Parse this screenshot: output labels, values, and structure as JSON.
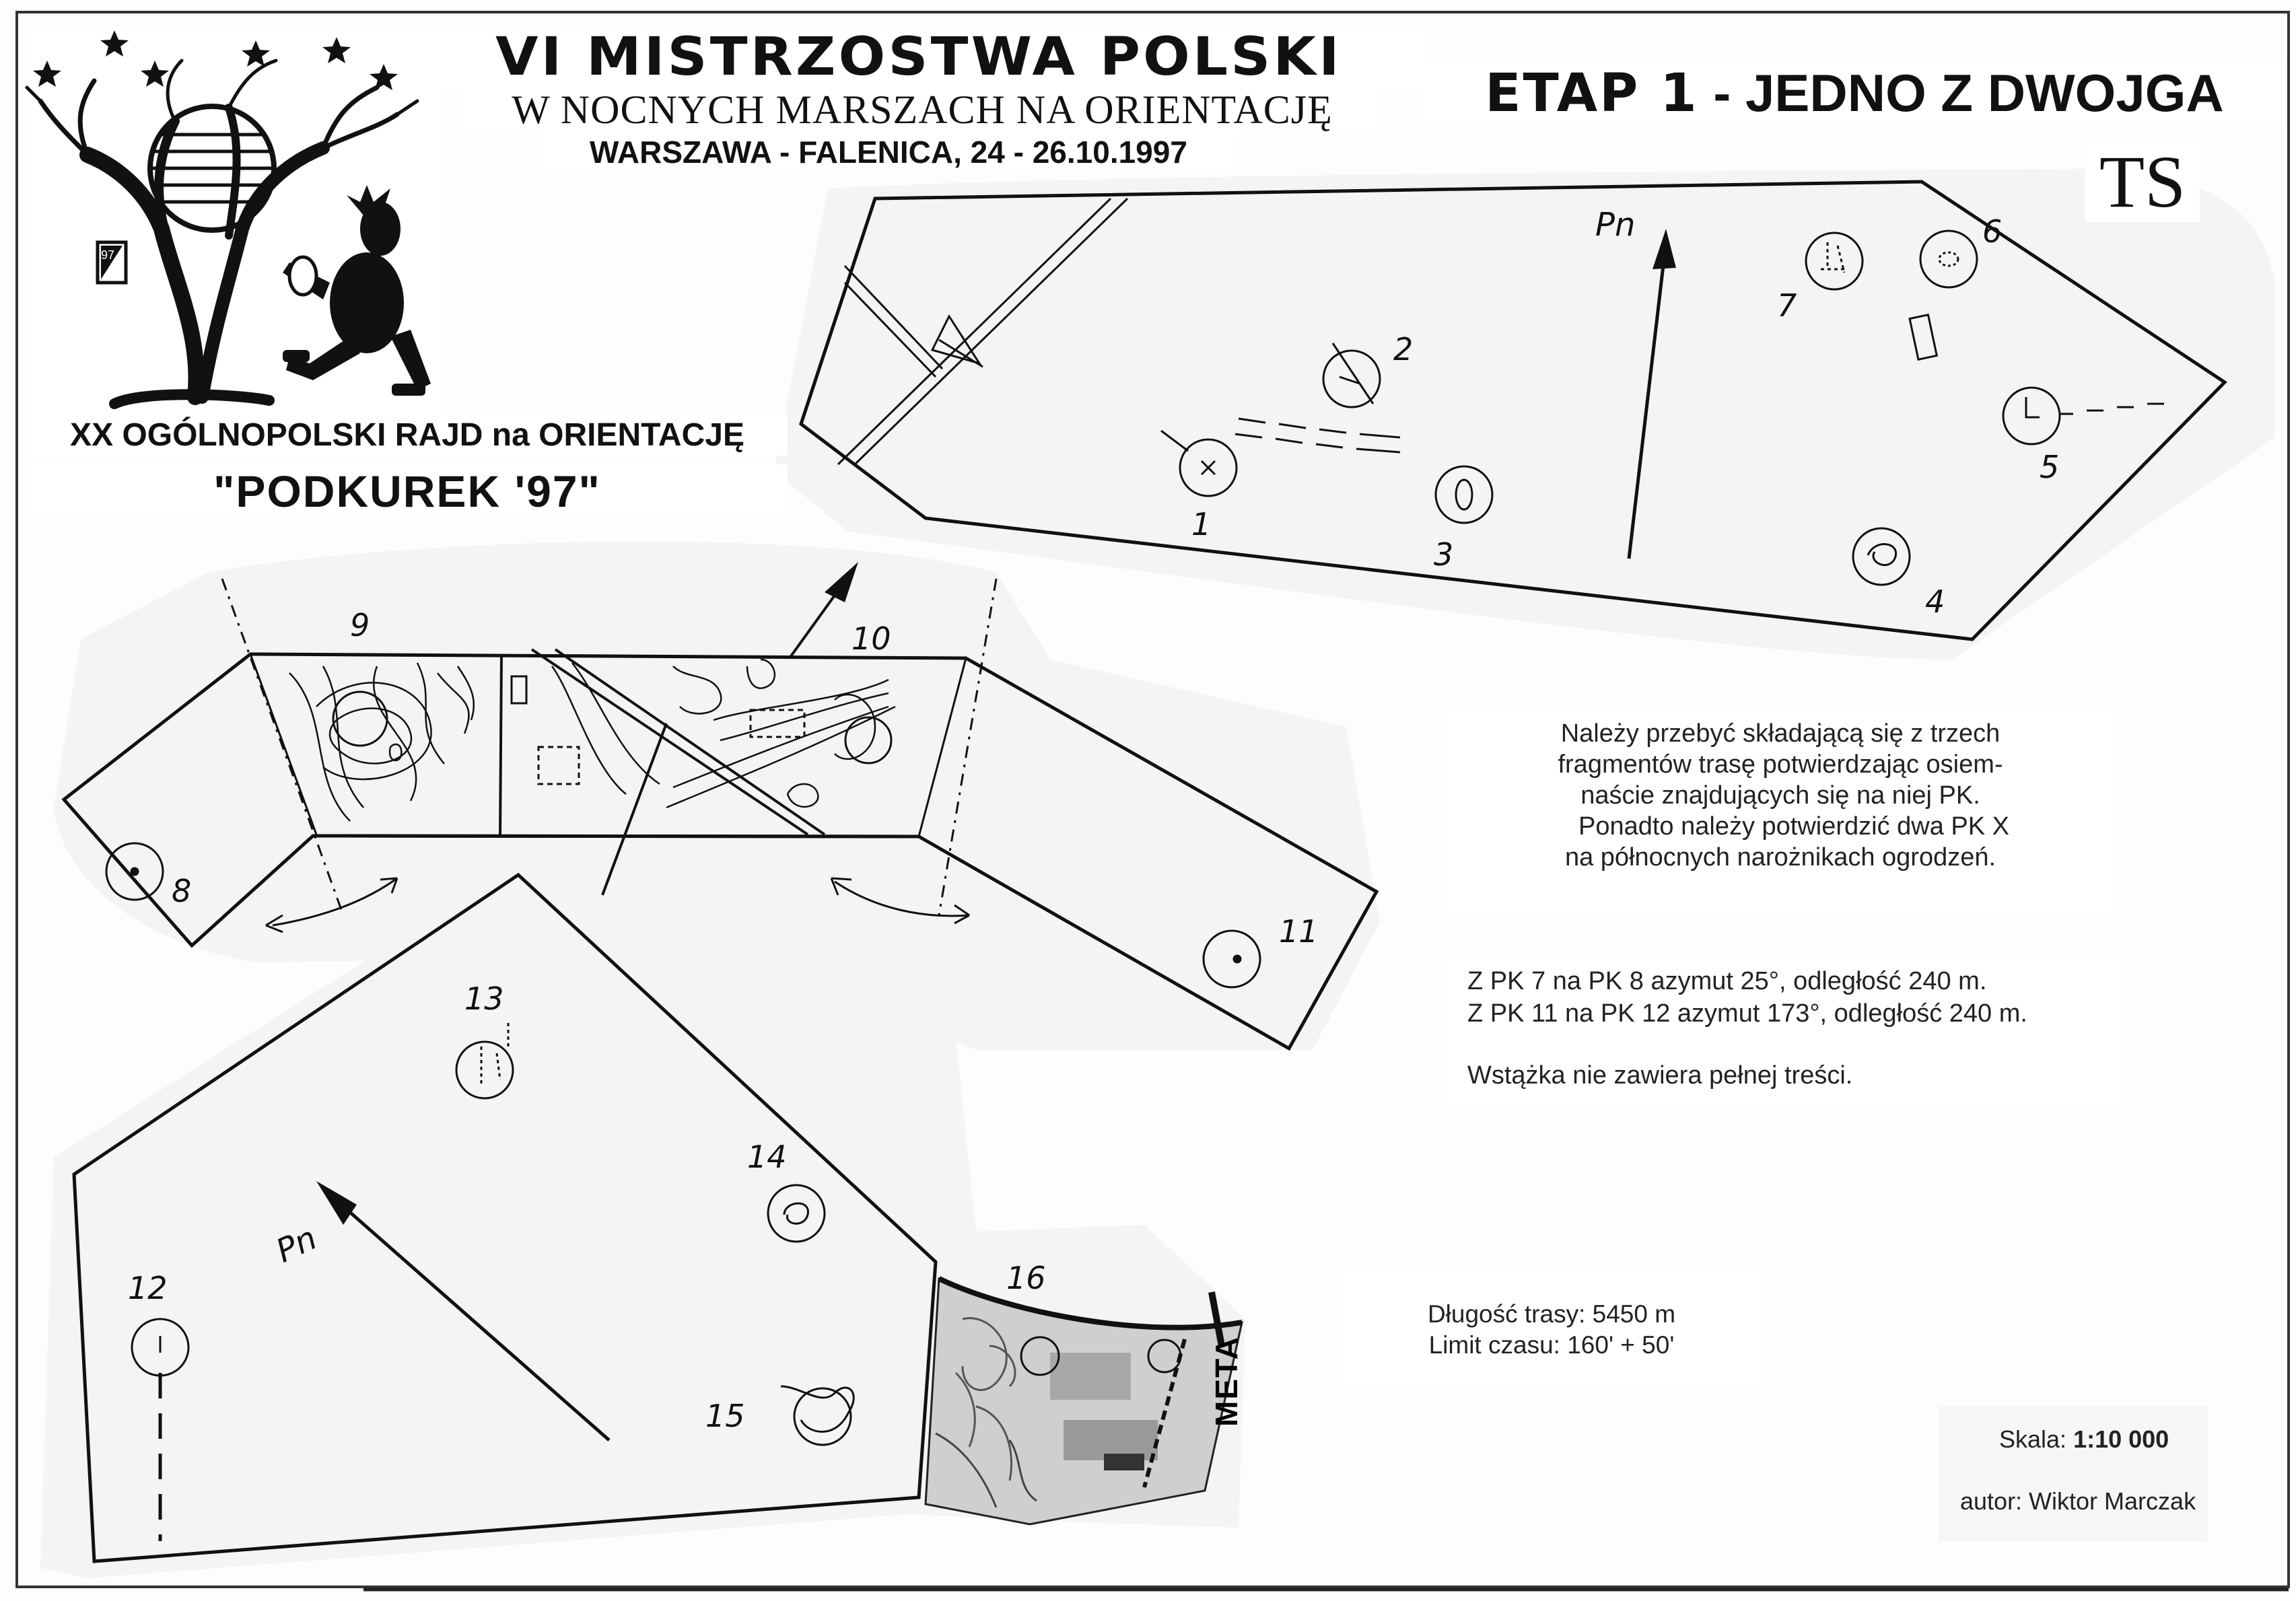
{
  "header": {
    "title": "VI MISTRZOSTWA POLSKI",
    "subtitle": "W NOCNYCH MARSZACH NA ORIENTACJĘ",
    "place_date": "WARSZAWA - FALENICA, 24 - 26.10.1997"
  },
  "stage": {
    "prefix": "ETAP 1",
    "separator": " - ",
    "name": "JEDNO Z DWOJGA"
  },
  "category": "TS",
  "event": {
    "line1": "XX OGÓLNOPOLSKI RAJD na ORIENTACJĘ",
    "line2": "\"PODKUREK '97\""
  },
  "logo": {
    "badge": "97"
  },
  "north_label": "Pn",
  "description": {
    "line1": "Należy przebyć składającą się z trzech",
    "line2": "fragmentów trasę potwierdzając osiem-",
    "line3": "naście znajdujących się na niej PK.",
    "line4": "Ponadto należy potwierdzić dwa PK X",
    "line5": "na północnych narożnikach ogrodzeń."
  },
  "azimuths": {
    "line1": "Z PK 7 na PK 8 azymut 25°, odległość 240 m.",
    "line2": "Z PK 11 na PK 12 azymut 173°, odległość 240 m.",
    "note": "Wstążka nie zawiera pełnej treści."
  },
  "route": {
    "length": "Długość trasy: 5450 m",
    "time_limit": "Limit czasu: 160' + 50'"
  },
  "scale": {
    "label": "Skala:",
    "value": "1:10 000",
    "author": "autor: Wiktor Marczak"
  },
  "finish": "META",
  "controls": [
    "1",
    "2",
    "3",
    "4",
    "5",
    "6",
    "7",
    "8",
    "9",
    "10",
    "11",
    "12",
    "13",
    "14",
    "15",
    "16"
  ]
}
